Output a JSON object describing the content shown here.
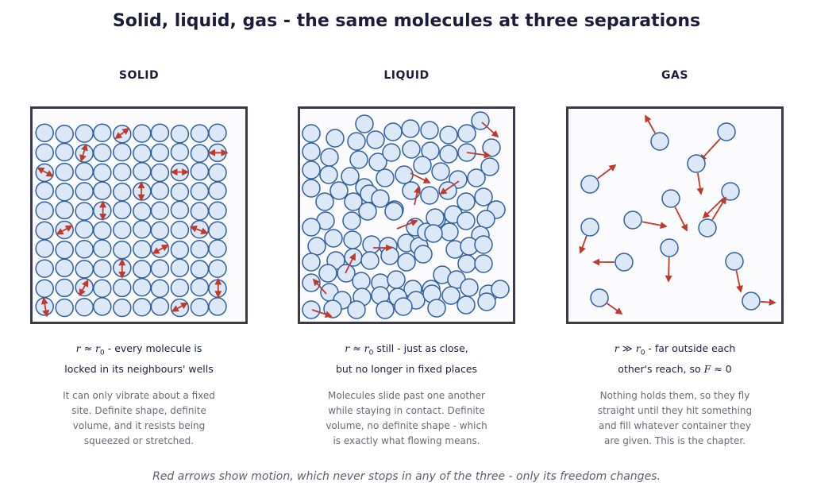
{
  "title": "Solid, liquid, gas - the same molecules at three separations",
  "panels": [
    {
      "heading": "SOLID",
      "caption_lines": [
        [
          "r",
          " ≈ ",
          "r",
          "0",
          " - every molecule is"
        ],
        "locked in its neighbours' wells"
      ],
      "description_lines": [
        "It can only vibrate about a fixed",
        "site. Definite shape, definite",
        "volume, and it resists being",
        "squeezed or stretched."
      ]
    },
    {
      "heading": "LIQUID",
      "caption_lines": [
        [
          "r",
          " ≈ ",
          "r",
          "0",
          " still - just as close,"
        ],
        "but no longer in fixed places"
      ],
      "description_lines": [
        "Molecules slide past one another",
        "while staying in contact. Definite",
        "volume, no definite shape - which",
        "is exactly what flowing means."
      ]
    },
    {
      "heading": "GAS",
      "caption_lines": [
        [
          "r",
          " ≫ ",
          "r",
          "0",
          " - far outside each"
        ],
        [
          "other's reach, so ",
          "F",
          " ≈ 0"
        ]
      ],
      "description_lines": [
        "Nothing holds them, so they fly",
        "straight until they hit something",
        "and fill whatever container they",
        "are given. This is the chapter."
      ]
    }
  ],
  "footer": "Red arrows show motion, which never stops in any of the three - only its freedom changes.",
  "colors": {
    "molecule_fill": "#dce8f7",
    "molecule_stroke": "#2f5fa0",
    "arrow": "#c0392b",
    "box_border": "#3a3a4a",
    "box_bg": "#fbfbfd"
  }
}
